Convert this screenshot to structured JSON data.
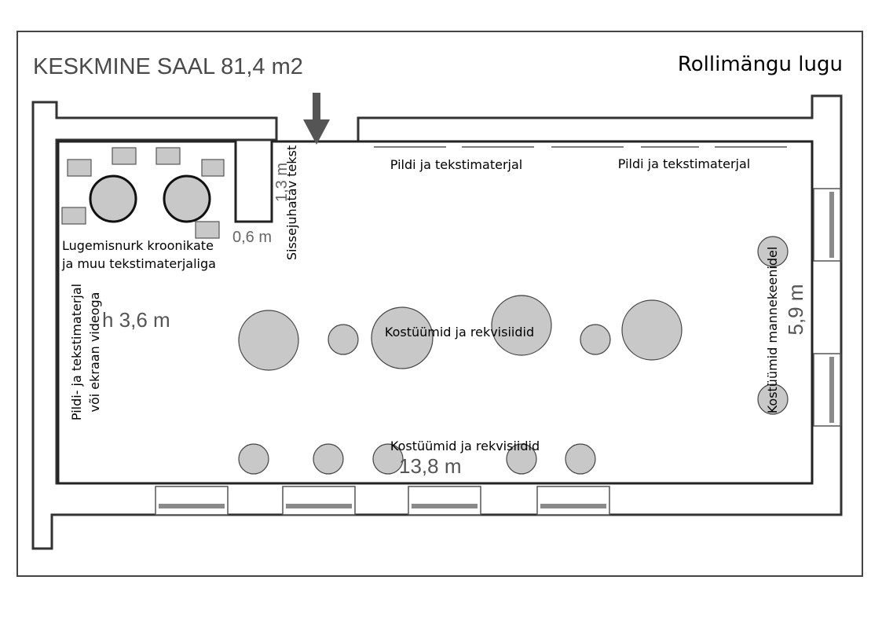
{
  "title": "KESKMINE SAAL 81,4 m2",
  "subtitle": "Rollimängu lugu",
  "dimensions": {
    "height": "h 3,6 m",
    "length": "13,8 m",
    "width": "5,9 m",
    "entry_depth": "1,3 m",
    "entry_width": "0,6 m"
  },
  "labels": {
    "reading_corner_line1": "Lugemisnurk kroonikate",
    "reading_corner_line2": "ja muu tekstimaterjaliga",
    "entrance_text": "Sissejuhatav tekst",
    "left_wall_line1": "Pildi- ja tekstimaterjal",
    "left_wall_line2": "või ekraan videoga",
    "top_wall_1": "Pildi ja tekstimaterjal",
    "top_wall_2": "Pildi ja tekstimaterjal",
    "costumes_center": "Kostüümid ja rekvisiidid",
    "costumes_bottom": "Kostüümid ja rekvisiidid",
    "mannequins": "Kostüümid mannekeenidel"
  },
  "icons": {
    "entrance": "arrow-down-icon"
  },
  "colors": {
    "furniture_fill": "#c8c8c8",
    "wall_stroke": "#333333",
    "title_grey": "#4a4a4a"
  }
}
